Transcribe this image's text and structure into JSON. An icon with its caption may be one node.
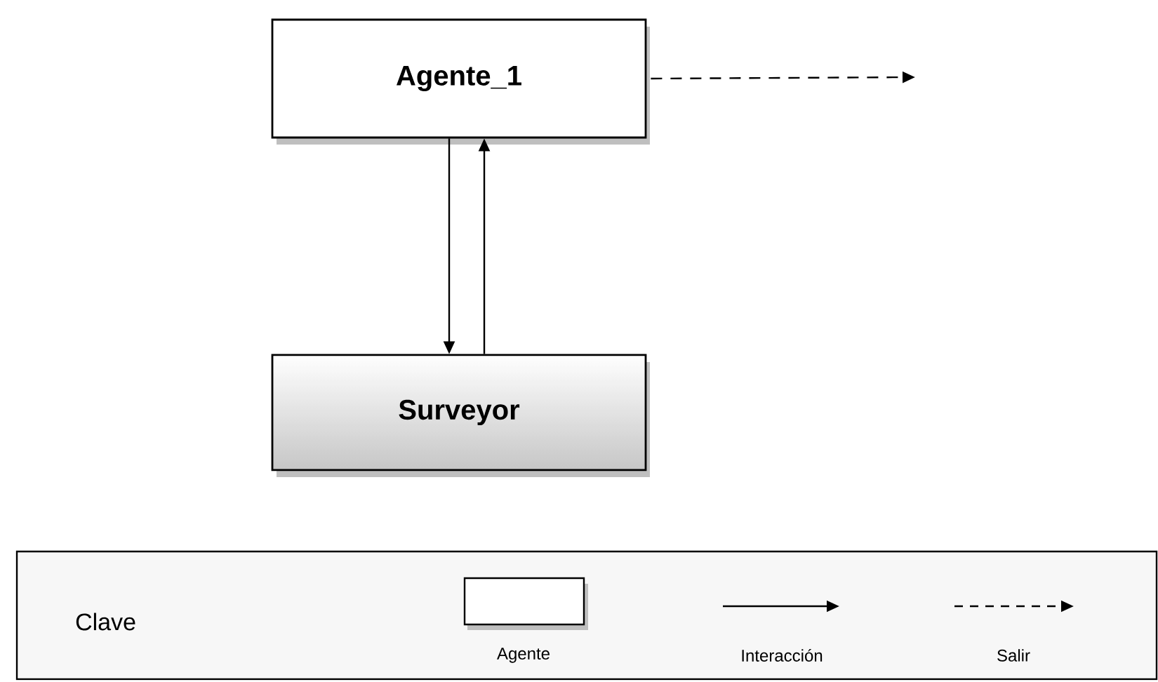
{
  "diagram": {
    "nodes": [
      {
        "text": [
          "Agente_1"
        ]
      },
      {
        "text": [
          "Surveyor"
        ]
      }
    ],
    "edges": [
      {
        "from": 0,
        "to": 1,
        "arrow": "to"
      },
      {
        "from": 1,
        "to": 0,
        "arrow": "to"
      },
      {
        "from": 0,
        "to": null,
        "arrow": "to",
        "style": "dashed"
      }
    ],
    "labels": [
      "Clave"
    ],
    "legend": [
      {
        "text": "Agente"
      },
      {
        "text": "Interacción"
      },
      {
        "text": "Salir"
      }
    ]
  }
}
